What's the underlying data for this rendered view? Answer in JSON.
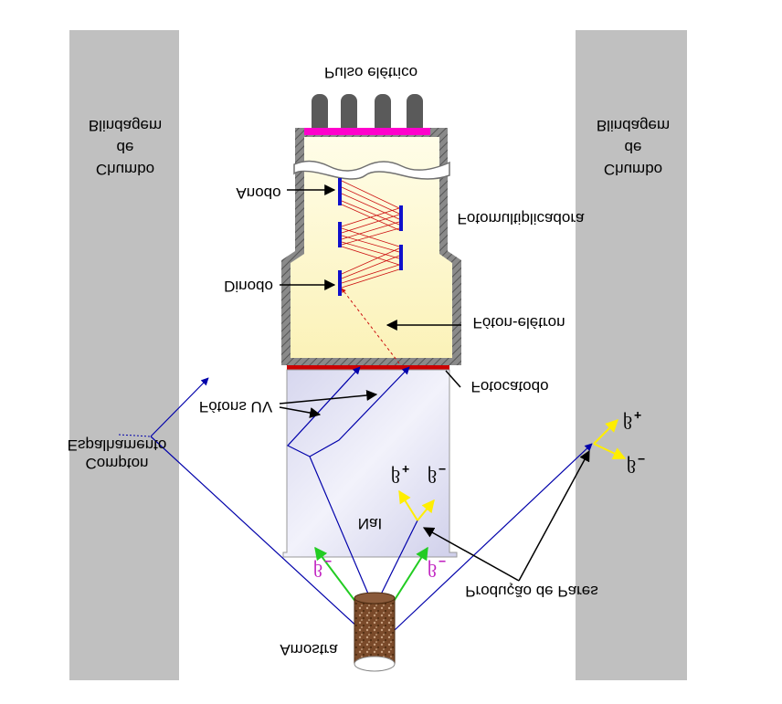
{
  "labels": {
    "shield_line1": "Blindagem",
    "shield_line2": "de",
    "shield_line3": "Chumbo",
    "pulse": "Pulso elétrico",
    "anode": "Anodo",
    "dynode": "Dinodo",
    "photomultiplier": "Fotomultiplicadora",
    "photo_electron": "Fóton-elétron",
    "photocathode": "Fotocatodo",
    "uv_photons": "Fótons UV",
    "compton_line1": "Espalhamento",
    "compton_line2": "Compton",
    "crystal": "NaI",
    "pair_production": "Produção de Pares",
    "sample": "Amostra",
    "beta_symbol": "β",
    "plus": "+",
    "minus": "−"
  },
  "colors": {
    "shield": "#c0c0c0",
    "tube_wall": "#707070",
    "tube_inner": "#fdf8d0",
    "crystal": "#d8d8f0",
    "pin": "#5a5a5a",
    "pulse_bar": "#ff00cc",
    "photocathode": "#cc0000",
    "dynode": "#1010cc",
    "electron_path": "#cc1010",
    "gamma_ray": "#0000aa",
    "beta_arrow": "#22cc22",
    "beta_minus_text": "#c020c0",
    "pair_arrow": "#ffee00",
    "sample_body": "#7a4a2a"
  },
  "flipped_vertically": true
}
